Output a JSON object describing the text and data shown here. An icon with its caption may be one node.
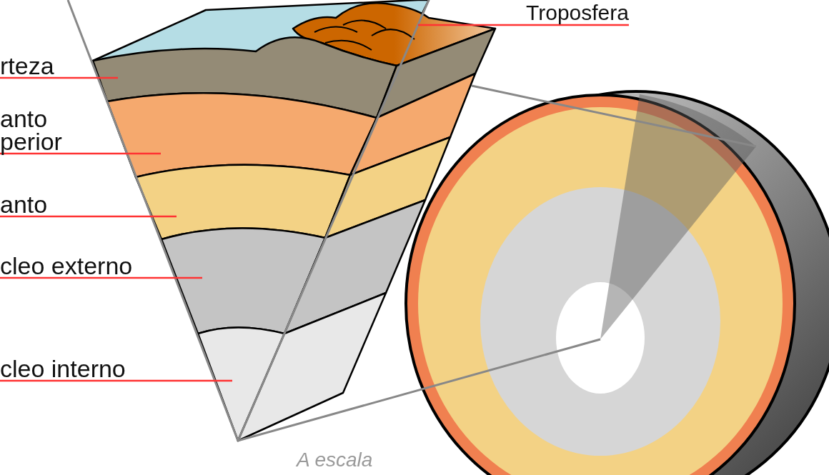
{
  "diagram": {
    "nodes": [
      {
        "text": [
          "Troposfera"
        ]
      },
      {
        "text": [
          "rteza"
        ]
      },
      {
        "text": [
          "anto perior"
        ]
      },
      {
        "text": [
          "anto"
        ]
      },
      {
        "text": [
          "cleo externo"
        ]
      },
      {
        "text": [
          "cleo interno"
        ]
      }
    ],
    "edges": [
      {
        "from": 0,
        "to": null,
        "arrow": "none"
      },
      {
        "from": 1,
        "to": null,
        "arrow": "none"
      },
      {
        "from": 2,
        "to": null,
        "arrow": "none"
      },
      {
        "from": 3,
        "to": null,
        "arrow": "none"
      },
      {
        "from": 4,
        "to": null,
        "arrow": "none"
      },
      {
        "from": 5,
        "to": null,
        "arrow": "none"
      }
    ],
    "labels": [
      "A escala"
    ]
  }
}
